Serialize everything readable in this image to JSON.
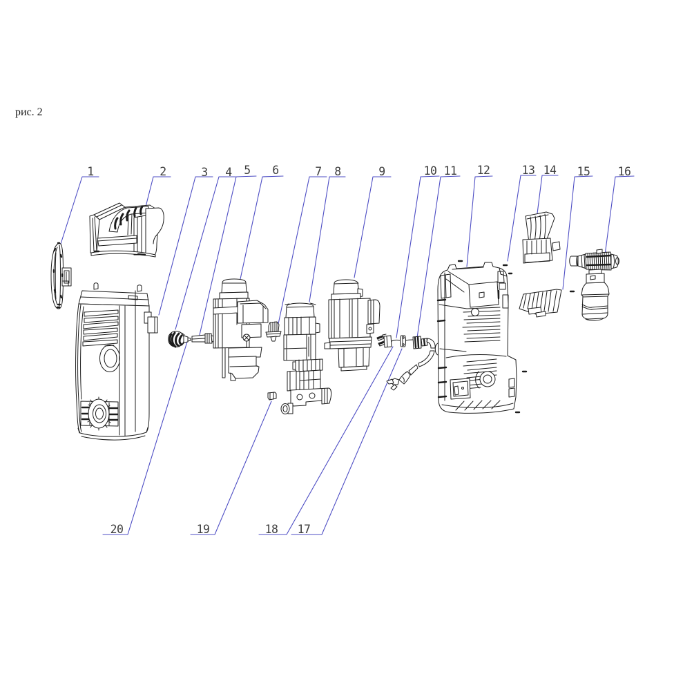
{
  "figure": {
    "caption": "рис. 2",
    "kind": "exploded-parts-diagram"
  },
  "colors": {
    "background": "#ffffff",
    "leader_line": "#4d4dc4",
    "part_line": "#1c1c1c",
    "label_text": "#3d3d3d",
    "caption_text": "#1a1a1a"
  },
  "callouts": [
    {
      "number": "1"
    },
    {
      "number": "2"
    },
    {
      "number": "3"
    },
    {
      "number": "4"
    },
    {
      "number": "5"
    },
    {
      "number": "6"
    },
    {
      "number": "7"
    },
    {
      "number": "8"
    },
    {
      "number": "9"
    },
    {
      "number": "10"
    },
    {
      "number": "11"
    },
    {
      "number": "12"
    },
    {
      "number": "13"
    },
    {
      "number": "14"
    },
    {
      "number": "15"
    },
    {
      "number": "16"
    },
    {
      "number": "17"
    },
    {
      "number": "18"
    },
    {
      "number": "19"
    },
    {
      "number": "20"
    }
  ]
}
